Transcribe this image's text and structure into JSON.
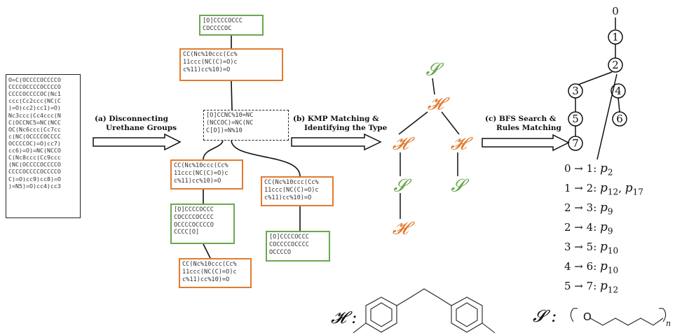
{
  "input_smiles_box": {
    "lines": [
      "O=C(OCCCCOCCCCO",
      "CCCCOCCCCOCCCCO",
      "CCCCOCCCCOC(Nc1",
      "ccc(Cc2ccc(NC(C",
      ")=O)cc2)cc1)=O)",
      "Nc3ccc(Cc4ccc(N",
      "C(OCCNC5=NC(NCC",
      "OC(Nc6ccc(Cc7cc",
      "c(NC(OCCCCOCCCC",
      "OCCCCOC)=O)cc7)",
      "cc6)=O)=NC(NCCO",
      "C(Nc8ccc(Cc9ccc",
      "(NC(OCCCCOCCCCO",
      "CCCCOCCCCOCCCCO",
      "C)=O)cc9)cc8)=O",
      ")=N5)=O)cc4)cc3"
    ]
  },
  "steps": {
    "a": {
      "line1": "(a) Disconnecting",
      "line2": "Urethane Groups"
    },
    "b": {
      "line1": "(b) KMP Matching &",
      "line2": "Identifying the Type"
    },
    "c": {
      "line1": "(c) BFS Search &",
      "line2": "Rules Matching"
    }
  },
  "fragment_tree": {
    "root_green": {
      "lines": [
        "[O]CCCCOCCC",
        "COCCCCOC"
      ]
    },
    "top_orange": {
      "lines": [
        "CC(Nc%10ccc(Cc%",
        "11ccc(NC(C)=O)c",
        "c%11)cc%10)=O"
      ]
    },
    "center_dashed": {
      "lines": [
        "[O]CCNC%10=NC",
        "(NCCOC)=NC(NC",
        "C[O])=N%10"
      ]
    },
    "left_orange": {
      "lines": [
        "CC(Nc%10ccc(Cc%",
        "11ccc(NC(C)=O)c",
        "c%11)cc%10)=O"
      ]
    },
    "left_green": {
      "lines": [
        "[O]CCCCOCCC",
        "COCCCCOCCCC",
        "OCCCCOCCCCO",
        "CCCC[O]"
      ]
    },
    "bottom_orange": {
      "lines": [
        "CC(Nc%10ccc(Cc%",
        "11ccc(NC(C)=O)c",
        "c%11)cc%10)=O"
      ]
    },
    "right_orange": {
      "lines": [
        "CC(Nc%10ccc(Cc%",
        "11ccc(NC(C)=O)c",
        "c%11)cc%10)=O"
      ]
    },
    "right_green": {
      "lines": [
        "[O]CCCCOCCC",
        "COCCCCOCCCC",
        "OCCCCO"
      ]
    }
  },
  "type_tree": {
    "nodes": [
      {
        "letter": "𝓢",
        "type": "S"
      },
      {
        "letter": "𝓗",
        "type": "H"
      },
      {
        "letter": "𝓗",
        "type": "H"
      },
      {
        "letter": "𝓗",
        "type": "H"
      },
      {
        "letter": "𝓢",
        "type": "S"
      },
      {
        "letter": "𝓢",
        "type": "S"
      },
      {
        "letter": "𝓗",
        "type": "H"
      }
    ]
  },
  "bfs_tree": {
    "root_label": "0",
    "nodes": [
      "1",
      "2",
      "3",
      "4",
      "5",
      "6",
      "7"
    ]
  },
  "rules": [
    {
      "edge": "0 → 1:",
      "rules": [
        {
          "p": "p",
          "sub": "2"
        }
      ]
    },
    {
      "edge": "1 → 2:",
      "rules": [
        {
          "p": "p",
          "sub": "12"
        },
        {
          "p": "p",
          "sub": "17"
        }
      ]
    },
    {
      "edge": "2 → 3:",
      "rules": [
        {
          "p": "p",
          "sub": "9"
        }
      ]
    },
    {
      "edge": "2 → 4:",
      "rules": [
        {
          "p": "p",
          "sub": "9"
        }
      ]
    },
    {
      "edge": "3 → 5:",
      "rules": [
        {
          "p": "p",
          "sub": "10"
        }
      ]
    },
    {
      "edge": "4 → 6:",
      "rules": [
        {
          "p": "p",
          "sub": "10"
        }
      ]
    },
    {
      "edge": "5 → 7:",
      "rules": [
        {
          "p": "p",
          "sub": "12"
        }
      ]
    }
  ],
  "legend": {
    "H_symbol": "𝓗 :",
    "S_symbol": "𝓢 :",
    "S_atom": "O",
    "S_subscript": "n"
  },
  "colors": {
    "hard_segment": "#e27b30",
    "soft_segment": "#6aa84f",
    "ink": "#111111"
  }
}
